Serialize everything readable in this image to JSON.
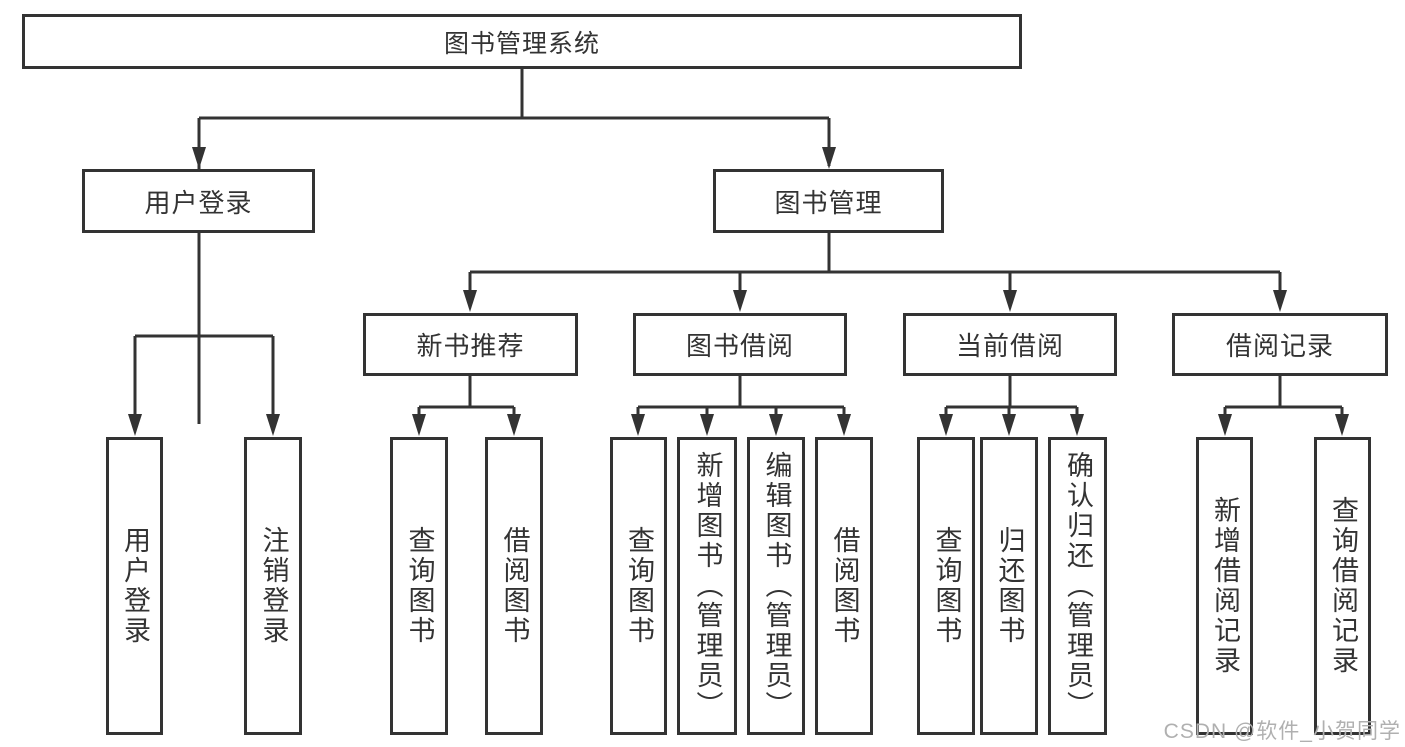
{
  "diagram": {
    "root": {
      "label": "图书管理系统"
    },
    "level2": [
      {
        "label": "用户登录"
      },
      {
        "label": "图书管理"
      }
    ],
    "level3": [
      {
        "label": "新书推荐"
      },
      {
        "label": "图书借阅"
      },
      {
        "label": "当前借阅"
      },
      {
        "label": "借阅记录"
      }
    ],
    "leaves": {
      "user_login": [
        {
          "label": "用户登录"
        },
        {
          "label": "注销登录"
        }
      ],
      "new_book": [
        {
          "label": "查询图书"
        },
        {
          "label": "借阅图书"
        }
      ],
      "book_borrow": [
        {
          "label": "查询图书"
        },
        {
          "label": "新增图书（管理员）"
        },
        {
          "label": "编辑图书（管理员）"
        },
        {
          "label": "借阅图书"
        }
      ],
      "current_borrow": [
        {
          "label": "查询图书"
        },
        {
          "label": "归还图书"
        },
        {
          "label": "确认归还（管理员）"
        }
      ],
      "borrow_records": [
        {
          "label": "新增借阅记录"
        },
        {
          "label": "查询借阅记录"
        }
      ]
    }
  },
  "watermark": {
    "text": "CSDN @软件_小贺同学"
  },
  "colors": {
    "line": "#333333",
    "text": "#333333",
    "background": "#ffffff",
    "watermark": "#b0b0b0"
  }
}
